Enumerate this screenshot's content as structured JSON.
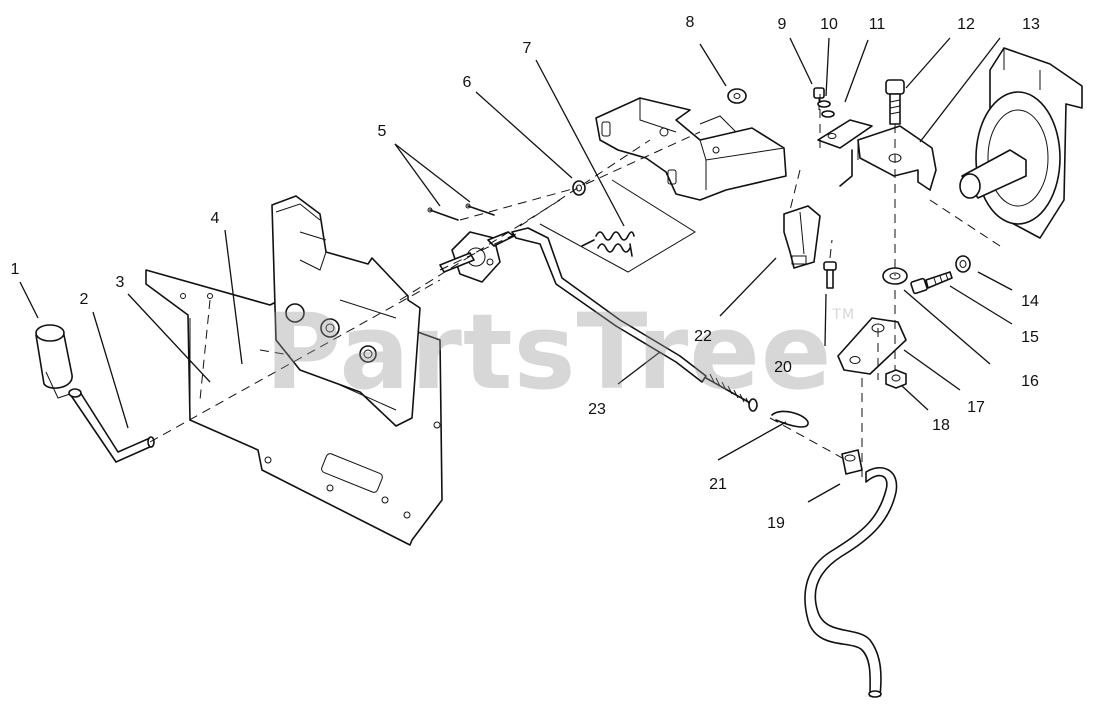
{
  "watermark": {
    "text": "PartsTree",
    "mark": "TM"
  },
  "callouts": [
    {
      "id": "callout-1",
      "label": "1"
    },
    {
      "id": "callout-2",
      "label": "2"
    },
    {
      "id": "callout-3",
      "label": "3"
    },
    {
      "id": "callout-4",
      "label": "4"
    },
    {
      "id": "callout-5",
      "label": "5"
    },
    {
      "id": "callout-6",
      "label": "6"
    },
    {
      "id": "callout-7",
      "label": "7"
    },
    {
      "id": "callout-8",
      "label": "8"
    },
    {
      "id": "callout-9",
      "label": "9"
    },
    {
      "id": "callout-10",
      "label": "10"
    },
    {
      "id": "callout-11",
      "label": "11"
    },
    {
      "id": "callout-12",
      "label": "12"
    },
    {
      "id": "callout-13",
      "label": "13"
    },
    {
      "id": "callout-14",
      "label": "14"
    },
    {
      "id": "callout-15",
      "label": "15"
    },
    {
      "id": "callout-16",
      "label": "16"
    },
    {
      "id": "callout-17",
      "label": "17"
    },
    {
      "id": "callout-18",
      "label": "18"
    },
    {
      "id": "callout-19",
      "label": "19"
    },
    {
      "id": "callout-20",
      "label": "20"
    },
    {
      "id": "callout-21",
      "label": "21"
    },
    {
      "id": "callout-22",
      "label": "22"
    },
    {
      "id": "callout-23",
      "label": "23"
    }
  ]
}
